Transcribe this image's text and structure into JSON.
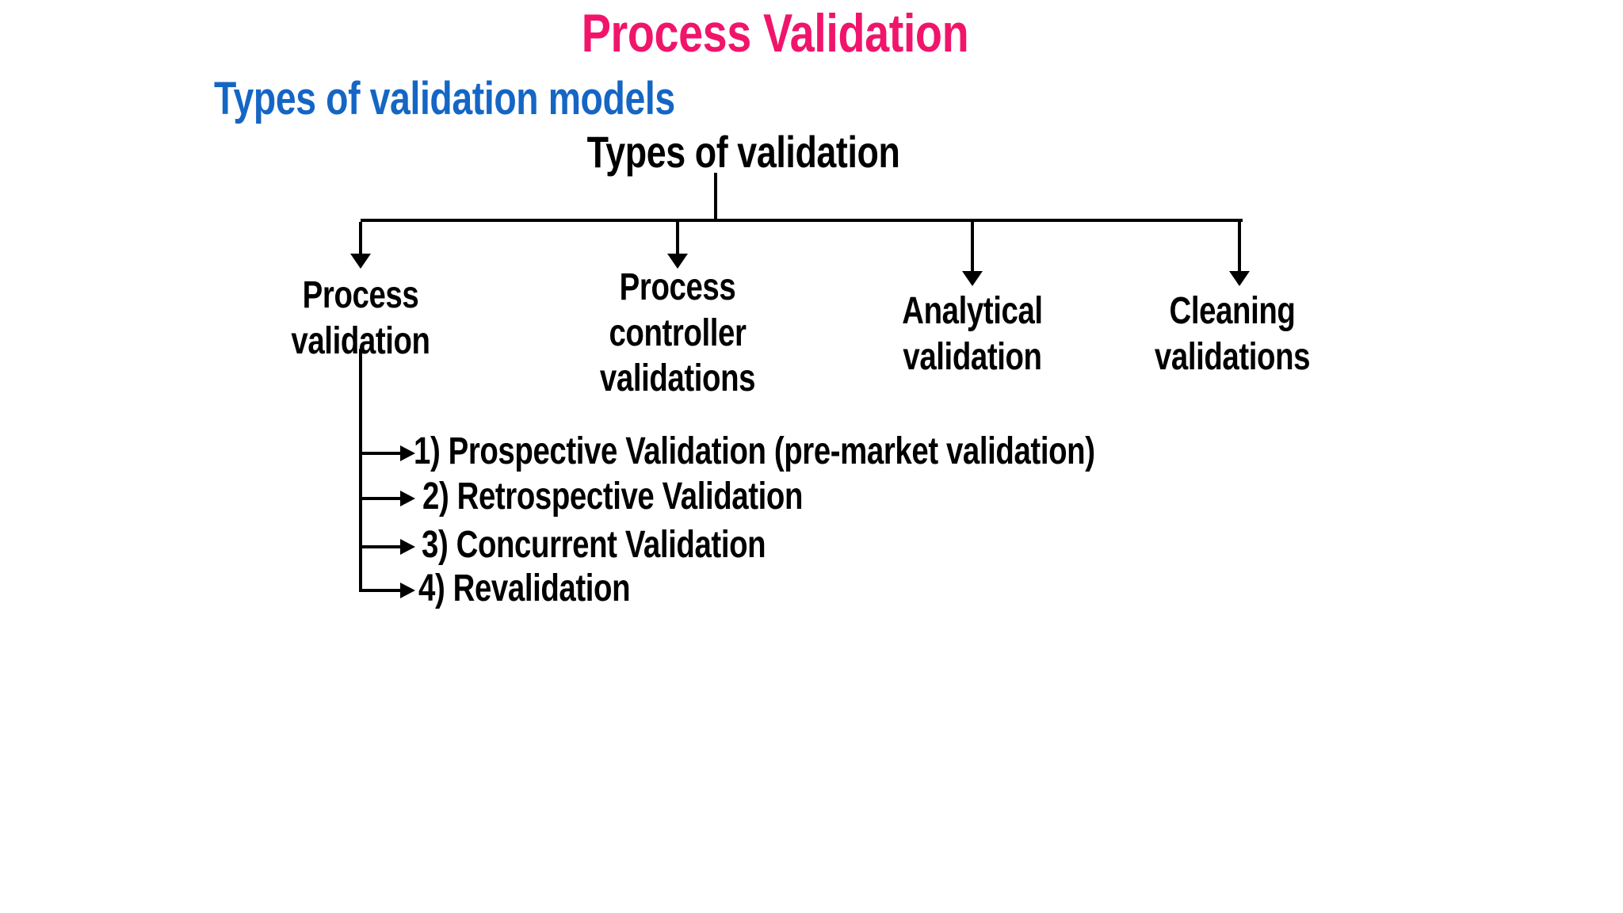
{
  "slide": {
    "title": "Process Validation",
    "subtitle": "Types of validation models",
    "colors": {
      "title": "#f0156b",
      "subtitle": "#1566c4",
      "diagram_text": "#000000",
      "connector": "#000000",
      "background": "#ffffff"
    }
  },
  "tree": {
    "root": "Types of validation",
    "branches": [
      {
        "lines": [
          "Process",
          "validation"
        ]
      },
      {
        "lines": [
          "Process",
          "controller",
          "validations"
        ]
      },
      {
        "lines": [
          "Analytical",
          "validation"
        ]
      },
      {
        "lines": [
          "Cleaning",
          "validations"
        ]
      }
    ],
    "process_validation_types": [
      {
        "label": "1) Prospective Validation (pre-market validation)"
      },
      {
        "label": "2) Retrospective Validation"
      },
      {
        "label": "3) Concurrent Validation"
      },
      {
        "label": "4) Revalidation"
      }
    ]
  }
}
